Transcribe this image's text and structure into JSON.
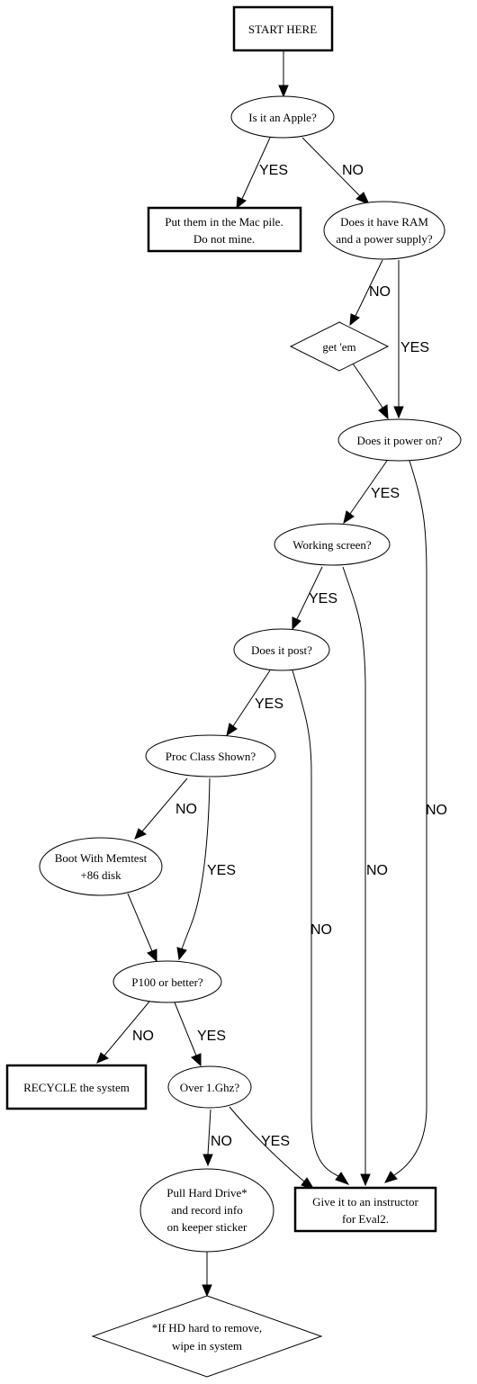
{
  "nodes": {
    "start": [
      "START HERE"
    ],
    "is_apple": [
      "Is it an Apple?"
    ],
    "mac_pile": [
      "Put them in the Mac pile.",
      "Do not mine."
    ],
    "has_ram": [
      "Does it have RAM",
      "and a power supply?"
    ],
    "get_em": [
      "get 'em"
    ],
    "power_on": [
      "Does it power on?"
    ],
    "working_screen": [
      "Working screen?"
    ],
    "does_post": [
      "Does it post?"
    ],
    "proc_class": [
      "Proc Class Shown?"
    ],
    "memtest": [
      "Boot With Memtest",
      "+86 disk"
    ],
    "p100": [
      "P100 or better?"
    ],
    "recycle": [
      "RECYCLE the system"
    ],
    "over_1ghz": [
      "Over 1.Ghz?"
    ],
    "instructor": [
      "Give it to an instructor",
      "for Eval2."
    ],
    "pull_hd": [
      "Pull Hard Drive*",
      "and record info",
      "on keeper sticker"
    ],
    "wipe": [
      "*If HD hard to remove,",
      "wipe in system"
    ]
  },
  "edges": {
    "apple_yes": "YES",
    "apple_no": "NO",
    "ram_no": "NO",
    "ram_yes": "YES",
    "power_yes": "YES",
    "power_no": "NO",
    "screen_yes": "YES",
    "screen_no": "NO",
    "post_yes": "YES",
    "post_no": "NO",
    "proc_no": "NO",
    "proc_yes": "YES",
    "p100_no": "NO",
    "p100_yes": "YES",
    "ghz_no": "NO",
    "ghz_yes": "YES"
  }
}
